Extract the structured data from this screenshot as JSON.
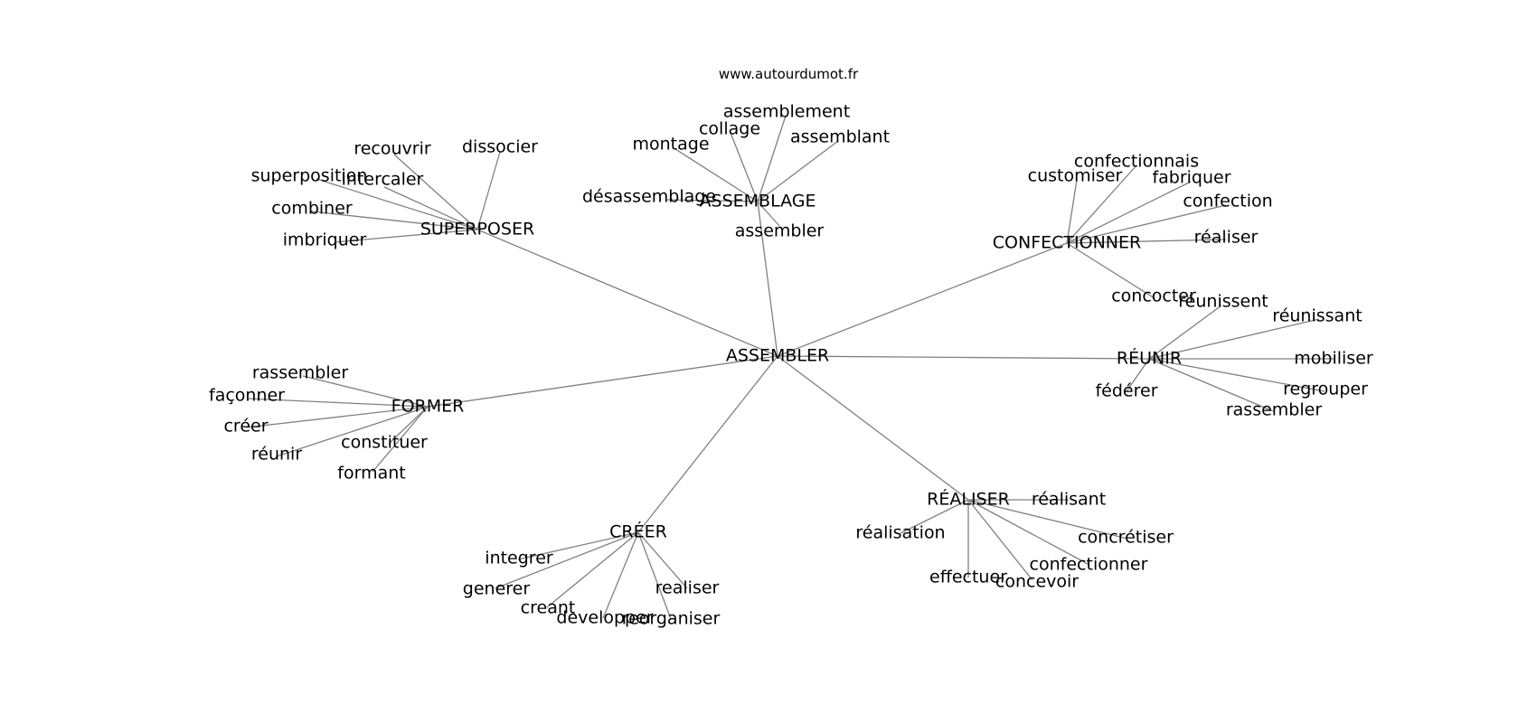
{
  "source_label": "www.autourdumot.fr",
  "style": {
    "edge_color": "#808080",
    "text_color": "#000000",
    "background": "#ffffff"
  },
  "graph": {
    "center": {
      "id": "assembler",
      "label": "ASSEMBLER"
    },
    "hubs": [
      {
        "id": "superposer",
        "label": "SUPERPOSER",
        "children": [
          "recouvrir",
          "dissocier",
          "superposition",
          "intercaler",
          "combiner",
          "imbriquer"
        ]
      },
      {
        "id": "assemblage",
        "label": "ASSEMBLAGE",
        "children": [
          "assemblement",
          "collage",
          "montage",
          "assemblant",
          "désassemblage",
          "assembler"
        ]
      },
      {
        "id": "confectionner",
        "label": "CONFECTIONNER",
        "children": [
          "confectionnais",
          "customiser",
          "fabriquer",
          "confection",
          "réaliser",
          "concocter"
        ]
      },
      {
        "id": "reunir",
        "label": "RÉUNIR",
        "children": [
          "réunissent",
          "réunissant",
          "mobiliser",
          "fédérer",
          "regrouper",
          "rassembler"
        ]
      },
      {
        "id": "former",
        "label": "FORMER",
        "children": [
          "rassembler",
          "façonner",
          "créer",
          "réunir",
          "constituer",
          "formant"
        ]
      },
      {
        "id": "creer",
        "label": "CRÉER",
        "children": [
          "integrer",
          "generer",
          "creant",
          "developper",
          "reorganiser",
          "realiser"
        ]
      },
      {
        "id": "realiser",
        "label": "RÉALISER",
        "children": [
          "réalisant",
          "réalisation",
          "concrétiser",
          "confectionner",
          "effectuer",
          "concevoir"
        ]
      }
    ]
  }
}
